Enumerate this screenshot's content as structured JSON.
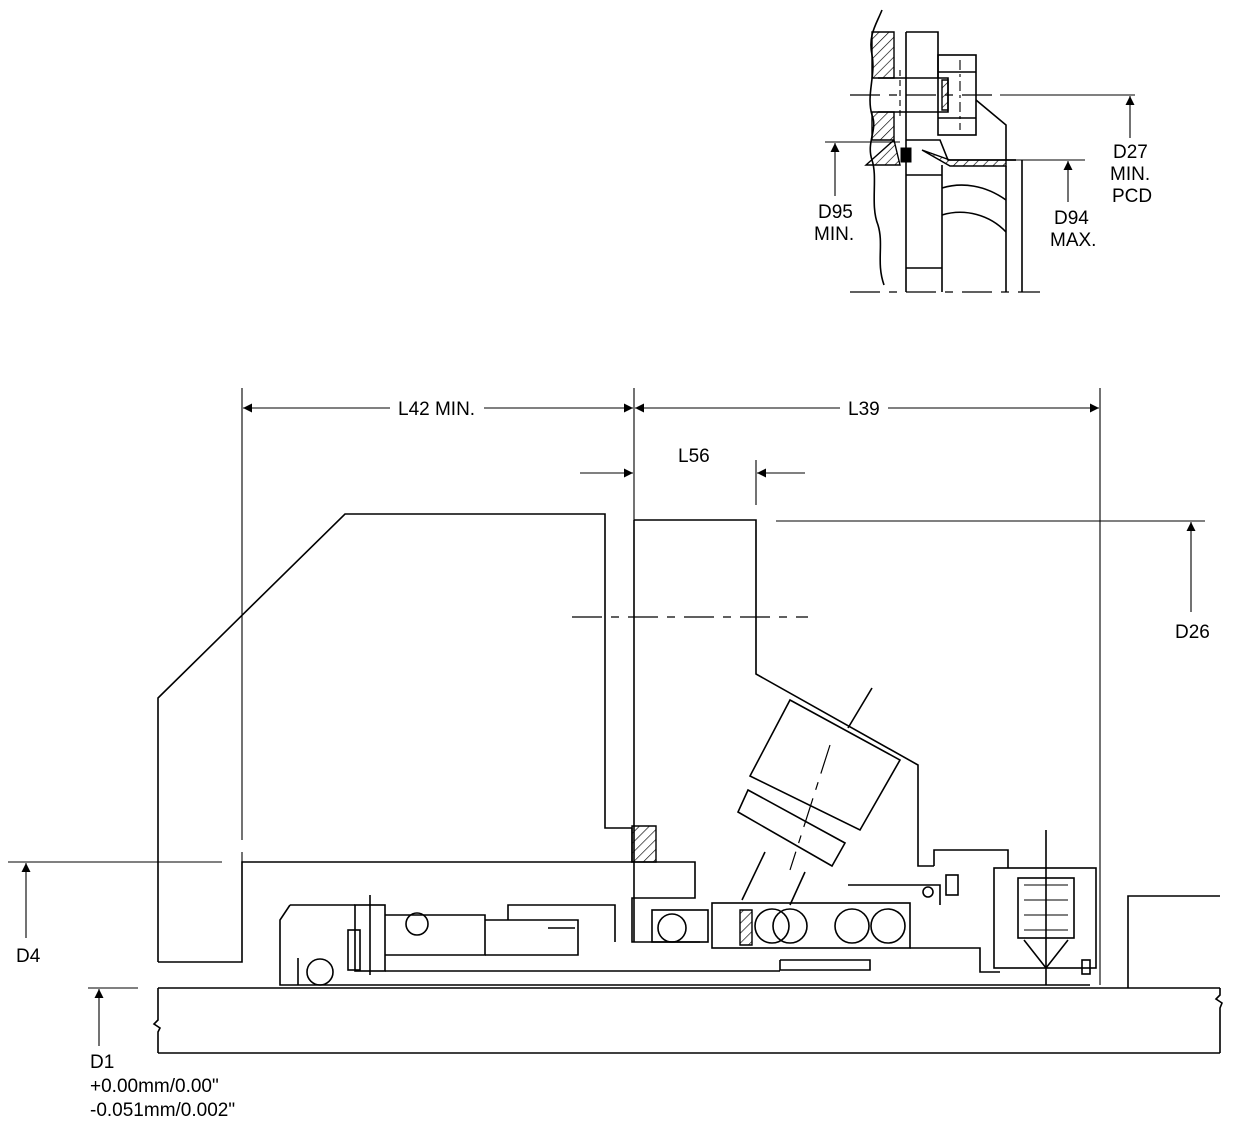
{
  "labels": {
    "d27": "D27",
    "d27_line2": "MIN.",
    "d27_line3": "PCD",
    "d95": "D95",
    "d95_line2": "MIN.",
    "d94": "D94",
    "d94_line2": "MAX.",
    "l42": "L42 MIN.",
    "l39": "L39",
    "l56": "L56",
    "d26": "D26",
    "d4": "D4",
    "d1": "D1",
    "d1_tol_upper": "+0.00mm/0.00\"",
    "d1_tol_lower": "-0.051mm/0.002\""
  }
}
